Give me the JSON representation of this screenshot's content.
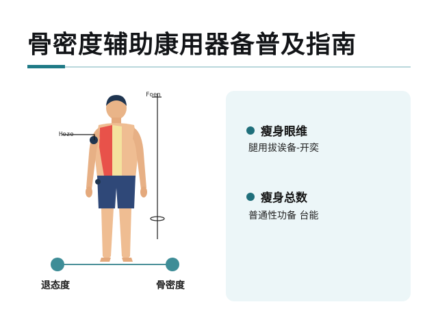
{
  "title": "骨密度辅助康用器备普及指南",
  "figure": {
    "label_top": "Foen",
    "label_side": "Hozo",
    "scale_left": "退态度",
    "scale_right": "骨密度"
  },
  "panel": {
    "items": [
      {
        "heading": "瘦身眼维",
        "description": "腿用拔诶备-开奕"
      },
      {
        "heading": "瘦身总数",
        "description": "普通性功备 台能"
      }
    ]
  },
  "colors": {
    "accent": "#1f7a86",
    "dot": "#1f6f7b",
    "panel_bg": "#ecf6f8",
    "highlight_red": "#e8524a",
    "highlight_yellow": "#f4e6a0"
  }
}
